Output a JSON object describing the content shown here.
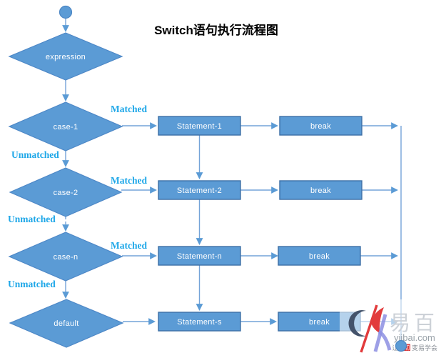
{
  "title": "Switch语句执行流程图",
  "flow": {
    "diamonds": [
      "expression",
      "case-1",
      "case-2",
      "case-n",
      "default"
    ],
    "statements": [
      "Statement-1",
      "Statement-2",
      "Statement-n",
      "Statement-s"
    ],
    "breaks": [
      "break",
      "break",
      "break",
      "break"
    ],
    "matched_labels": [
      "Matched",
      "Matched",
      "Matched"
    ],
    "unmatched_labels": [
      "Unmatched",
      "Unmatched",
      "Unmatched"
    ]
  },
  "colors": {
    "node_fill": "#5b9bd5",
    "node_border": "#4e88c7",
    "box_border": "#3d6fa5",
    "connector": "#74a3d8",
    "arrowhead": "#5b9bd5",
    "node_text": "#ffffff",
    "branch_label_text": "#1ea7e8",
    "title_text": "#000000",
    "watermark_red": "#e23b3c",
    "watermark_purple": "#8d8fe2",
    "watermark_navy": "#44536b",
    "watermark_gray": "#98a1a8"
  },
  "watermark": {
    "brand": "易百",
    "domain": "yiibai.com",
    "slogan_prefix": "让一",
    "slogan_highlight": "切",
    "slogan_suffix": "变易学会"
  }
}
